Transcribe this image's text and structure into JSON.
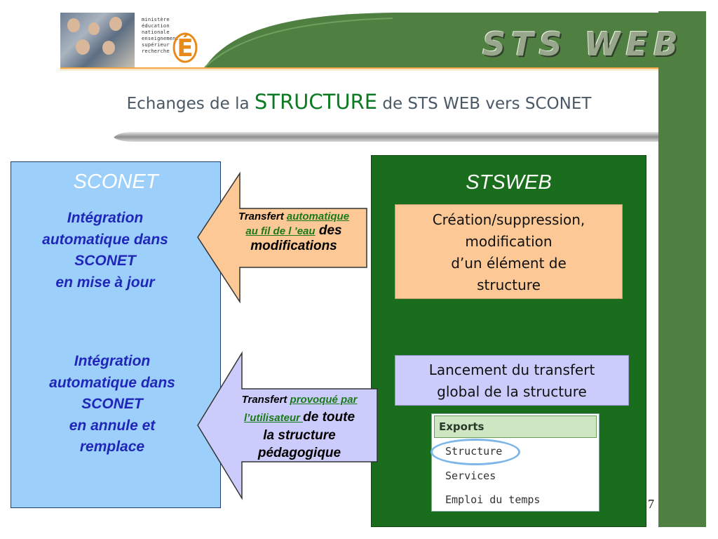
{
  "header": {
    "logo_lines": [
      "ministère",
      "éducation",
      "nationale",
      "enseignement",
      "supérieur",
      "recherche"
    ],
    "logo_letter": "É",
    "app_logo": "STS WEB"
  },
  "title": {
    "part1": "Echanges de la ",
    "emphasis": "STRUCTURE",
    "part2": " de STS WEB vers SCONET"
  },
  "sconet": {
    "title": "SCONET",
    "block1": [
      "Intégration",
      "automatique dans",
      "SCONET",
      "en mise à jour"
    ],
    "block2": [
      "Intégration",
      "automatique dans",
      "SCONET",
      "en annule et",
      "remplace"
    ]
  },
  "stsweb": {
    "title": "STSWEB",
    "create": [
      "Création/suppression,",
      "modification",
      "d’un élément de",
      "structure"
    ],
    "launch": [
      "Lancement du transfert",
      "global de la structure"
    ]
  },
  "arrow1": {
    "prefix": "Transfert ",
    "u1": "automatique ",
    "u2": "au fil de l ’eau",
    "rest1": " des",
    "rest2": "modifications"
  },
  "arrow2": {
    "prefix": "Transfert ",
    "u1": "provoqué par",
    "u2": "l’utilisateur ",
    "rest1": "de toute",
    "rest2": "la structure",
    "rest3": "pédagogique"
  },
  "exports_menu": {
    "header": "Exports",
    "items": [
      "Structure",
      "Services",
      "Emploi du temps"
    ]
  },
  "page_number": "7",
  "colors": {
    "green_band": "#4f8041",
    "sconet_bg": "#9ccffa",
    "stsweb_bg": "#1a6d1c",
    "create_bg": "#fbc896",
    "launch_bg": "#ccccfc",
    "title_accent": "#0c7a22",
    "integ_text": "#2027b8"
  }
}
